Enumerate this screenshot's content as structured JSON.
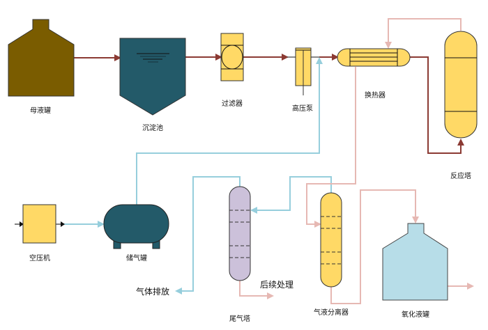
{
  "title": "化工工艺流程图",
  "colors": {
    "main_flow": "#8b3a33",
    "air_flow": "#96cedc",
    "liquid_flow": "#e6b8b3",
    "brown_tank": "#7a5c00",
    "teal_vessel": "#235a69",
    "yellow_equipment": "#ffd966",
    "purple_tower": "#ccc1da",
    "light_blue_tank": "#b7dde8",
    "outline": "#333333"
  },
  "equipment": {
    "mother_liquor_tank": "母液罐",
    "settling_tank": "沉淀池",
    "filter": "过滤器",
    "high_pressure_pump": "高压泵",
    "heat_exchanger": "换热器",
    "reactor": "反应塔",
    "air_compressor": "空压机",
    "gas_storage_tank": "储气罐",
    "tail_gas_tower": "尾气塔",
    "gas_liquid_separator": "气液分离器",
    "oxidized_liquid_tank": "氧化液罐"
  },
  "annotations": {
    "gas_discharge": "气体排放",
    "post_treatment": "后续处理"
  }
}
